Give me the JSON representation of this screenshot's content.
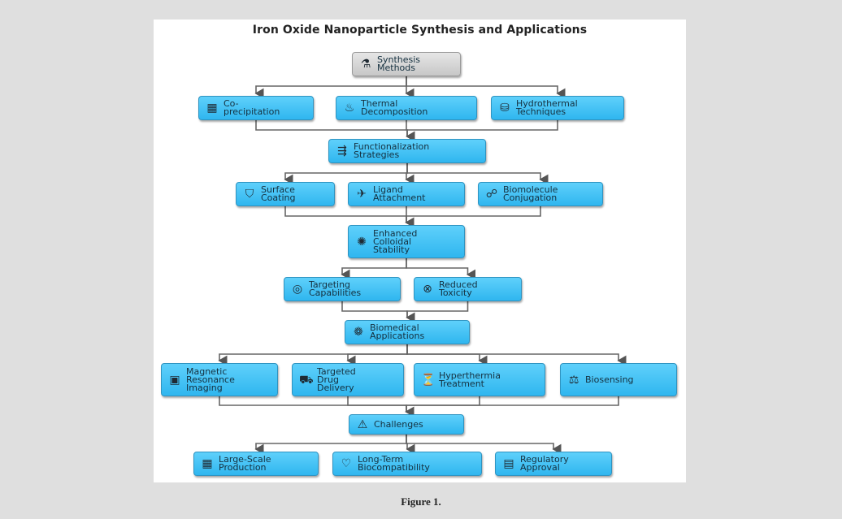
{
  "figure": {
    "title": "Iron Oxide Nanoparticle Synthesis and Applications",
    "caption": "Figure 1."
  },
  "nodes": {
    "synthesis": {
      "label": "Synthesis\nMethods",
      "icon": "flask-icon"
    },
    "coprecipitation": {
      "label": "Co-\nprecipitation",
      "icon": "factory-icon"
    },
    "thermal": {
      "label": "Thermal\nDecomposition",
      "icon": "thermometer-icon"
    },
    "hydrothermal": {
      "label": "Hydrothermal\nTechniques",
      "icon": "reactor-icon"
    },
    "functionalization": {
      "label": "Functionalization\nStrategies",
      "icon": "split-arrow-icon"
    },
    "surface": {
      "label": "Surface\nCoating",
      "icon": "shield-icon"
    },
    "ligand": {
      "label": "Ligand\nAttachment",
      "icon": "plane-icon"
    },
    "biomolecule": {
      "label": "Biomolecule\nConjugation",
      "icon": "molecule-icon"
    },
    "stability": {
      "label": "Enhanced\nColloidal\nStability",
      "icon": "sparkle-icon"
    },
    "targeting": {
      "label": "Targeting\nCapabilities",
      "icon": "target-icon"
    },
    "toxicity": {
      "label": "Reduced\nToxicity",
      "icon": "no-toxin-icon"
    },
    "biomedical": {
      "label": "Biomedical\nApplications",
      "icon": "cells-icon"
    },
    "mri": {
      "label": "Magnetic\nResonance\nImaging",
      "icon": "scanner-icon"
    },
    "drug": {
      "label": "Targeted\nDrug\nDelivery",
      "icon": "truck-icon"
    },
    "hyperthermia": {
      "label": "Hyperthermia\nTreatment",
      "icon": "heat-icon"
    },
    "biosensing": {
      "label": "Biosensing",
      "icon": "sensor-icon"
    },
    "challenges": {
      "label": "Challenges",
      "icon": "barrier-icon"
    },
    "largescale": {
      "label": "Large-Scale\nProduction",
      "icon": "factory-icon"
    },
    "biocompat": {
      "label": "Long-Term\nBiocompatibility",
      "icon": "heart-icon"
    },
    "regulatory": {
      "label": "Regulatory\nApproval",
      "icon": "document-icon"
    }
  },
  "edges": [
    [
      "synthesis",
      "coprecipitation"
    ],
    [
      "synthesis",
      "thermal"
    ],
    [
      "synthesis",
      "hydrothermal"
    ],
    [
      "coprecipitation",
      "functionalization"
    ],
    [
      "thermal",
      "functionalization"
    ],
    [
      "hydrothermal",
      "functionalization"
    ],
    [
      "functionalization",
      "surface"
    ],
    [
      "functionalization",
      "ligand"
    ],
    [
      "functionalization",
      "biomolecule"
    ],
    [
      "surface",
      "stability"
    ],
    [
      "ligand",
      "stability"
    ],
    [
      "biomolecule",
      "stability"
    ],
    [
      "stability",
      "targeting"
    ],
    [
      "stability",
      "toxicity"
    ],
    [
      "targeting",
      "biomedical"
    ],
    [
      "toxicity",
      "biomedical"
    ],
    [
      "biomedical",
      "mri"
    ],
    [
      "biomedical",
      "drug"
    ],
    [
      "biomedical",
      "hyperthermia"
    ],
    [
      "biomedical",
      "biosensing"
    ],
    [
      "mri",
      "challenges"
    ],
    [
      "drug",
      "challenges"
    ],
    [
      "hyperthermia",
      "challenges"
    ],
    [
      "biosensing",
      "challenges"
    ],
    [
      "challenges",
      "largescale"
    ],
    [
      "challenges",
      "biocompat"
    ],
    [
      "challenges",
      "regulatory"
    ]
  ]
}
